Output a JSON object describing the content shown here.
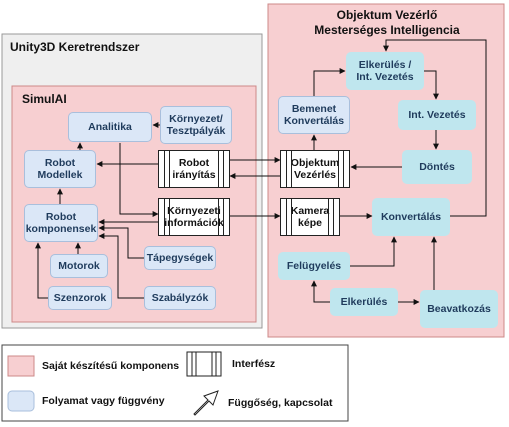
{
  "frames": {
    "unity": "Unity3D Keretrendszer",
    "simulai": "SimulAI",
    "ovmi": "Objektum Vezérlő\nMesterséges Intelligencia"
  },
  "nodes": {
    "analitika": "Analitika",
    "kornyezet_tesztpalyak": "Környezet/\nTesztpályák",
    "robot_modellek": "Robot\nModellek",
    "robot_iranyitas": "Robot\nirányítás",
    "robot_komponensek": "Robot\nkomponensek",
    "kornyezeti_informaciok": "Környezeti\ninformációk",
    "motorok": "Motorok",
    "tapegysegek": "Tápegységek",
    "szenzorok": "Szenzorok",
    "szabalyzok": "Szabályzók",
    "objektum_vezerles": "Objektum\nVezérlés",
    "kamera_kepe": "Kamera\nképe",
    "bemenet_konvertalas": "Bemenet\nKonvertálás",
    "elkerules_int_vezetes": "Elkerülés /\nInt. Vezetés",
    "int_vezetes": "Int. Vezetés",
    "dontes": "Döntés",
    "konvertalas": "Konvertálás",
    "felugyeles": "Felügyelés",
    "elkerules": "Elkerülés",
    "beavatkozas": "Beavatkozás"
  },
  "legend": {
    "own_component": "Saját készítésű komponens",
    "interface": "Interfész",
    "process": "Folyamat vagy függvény",
    "dependency": "Függőség, kapcsolat"
  },
  "colors": {
    "pink": "#f7cfd1",
    "process_blue": "#dbe7f7",
    "teal": "#bfe6ee",
    "arrow": "#111111"
  }
}
